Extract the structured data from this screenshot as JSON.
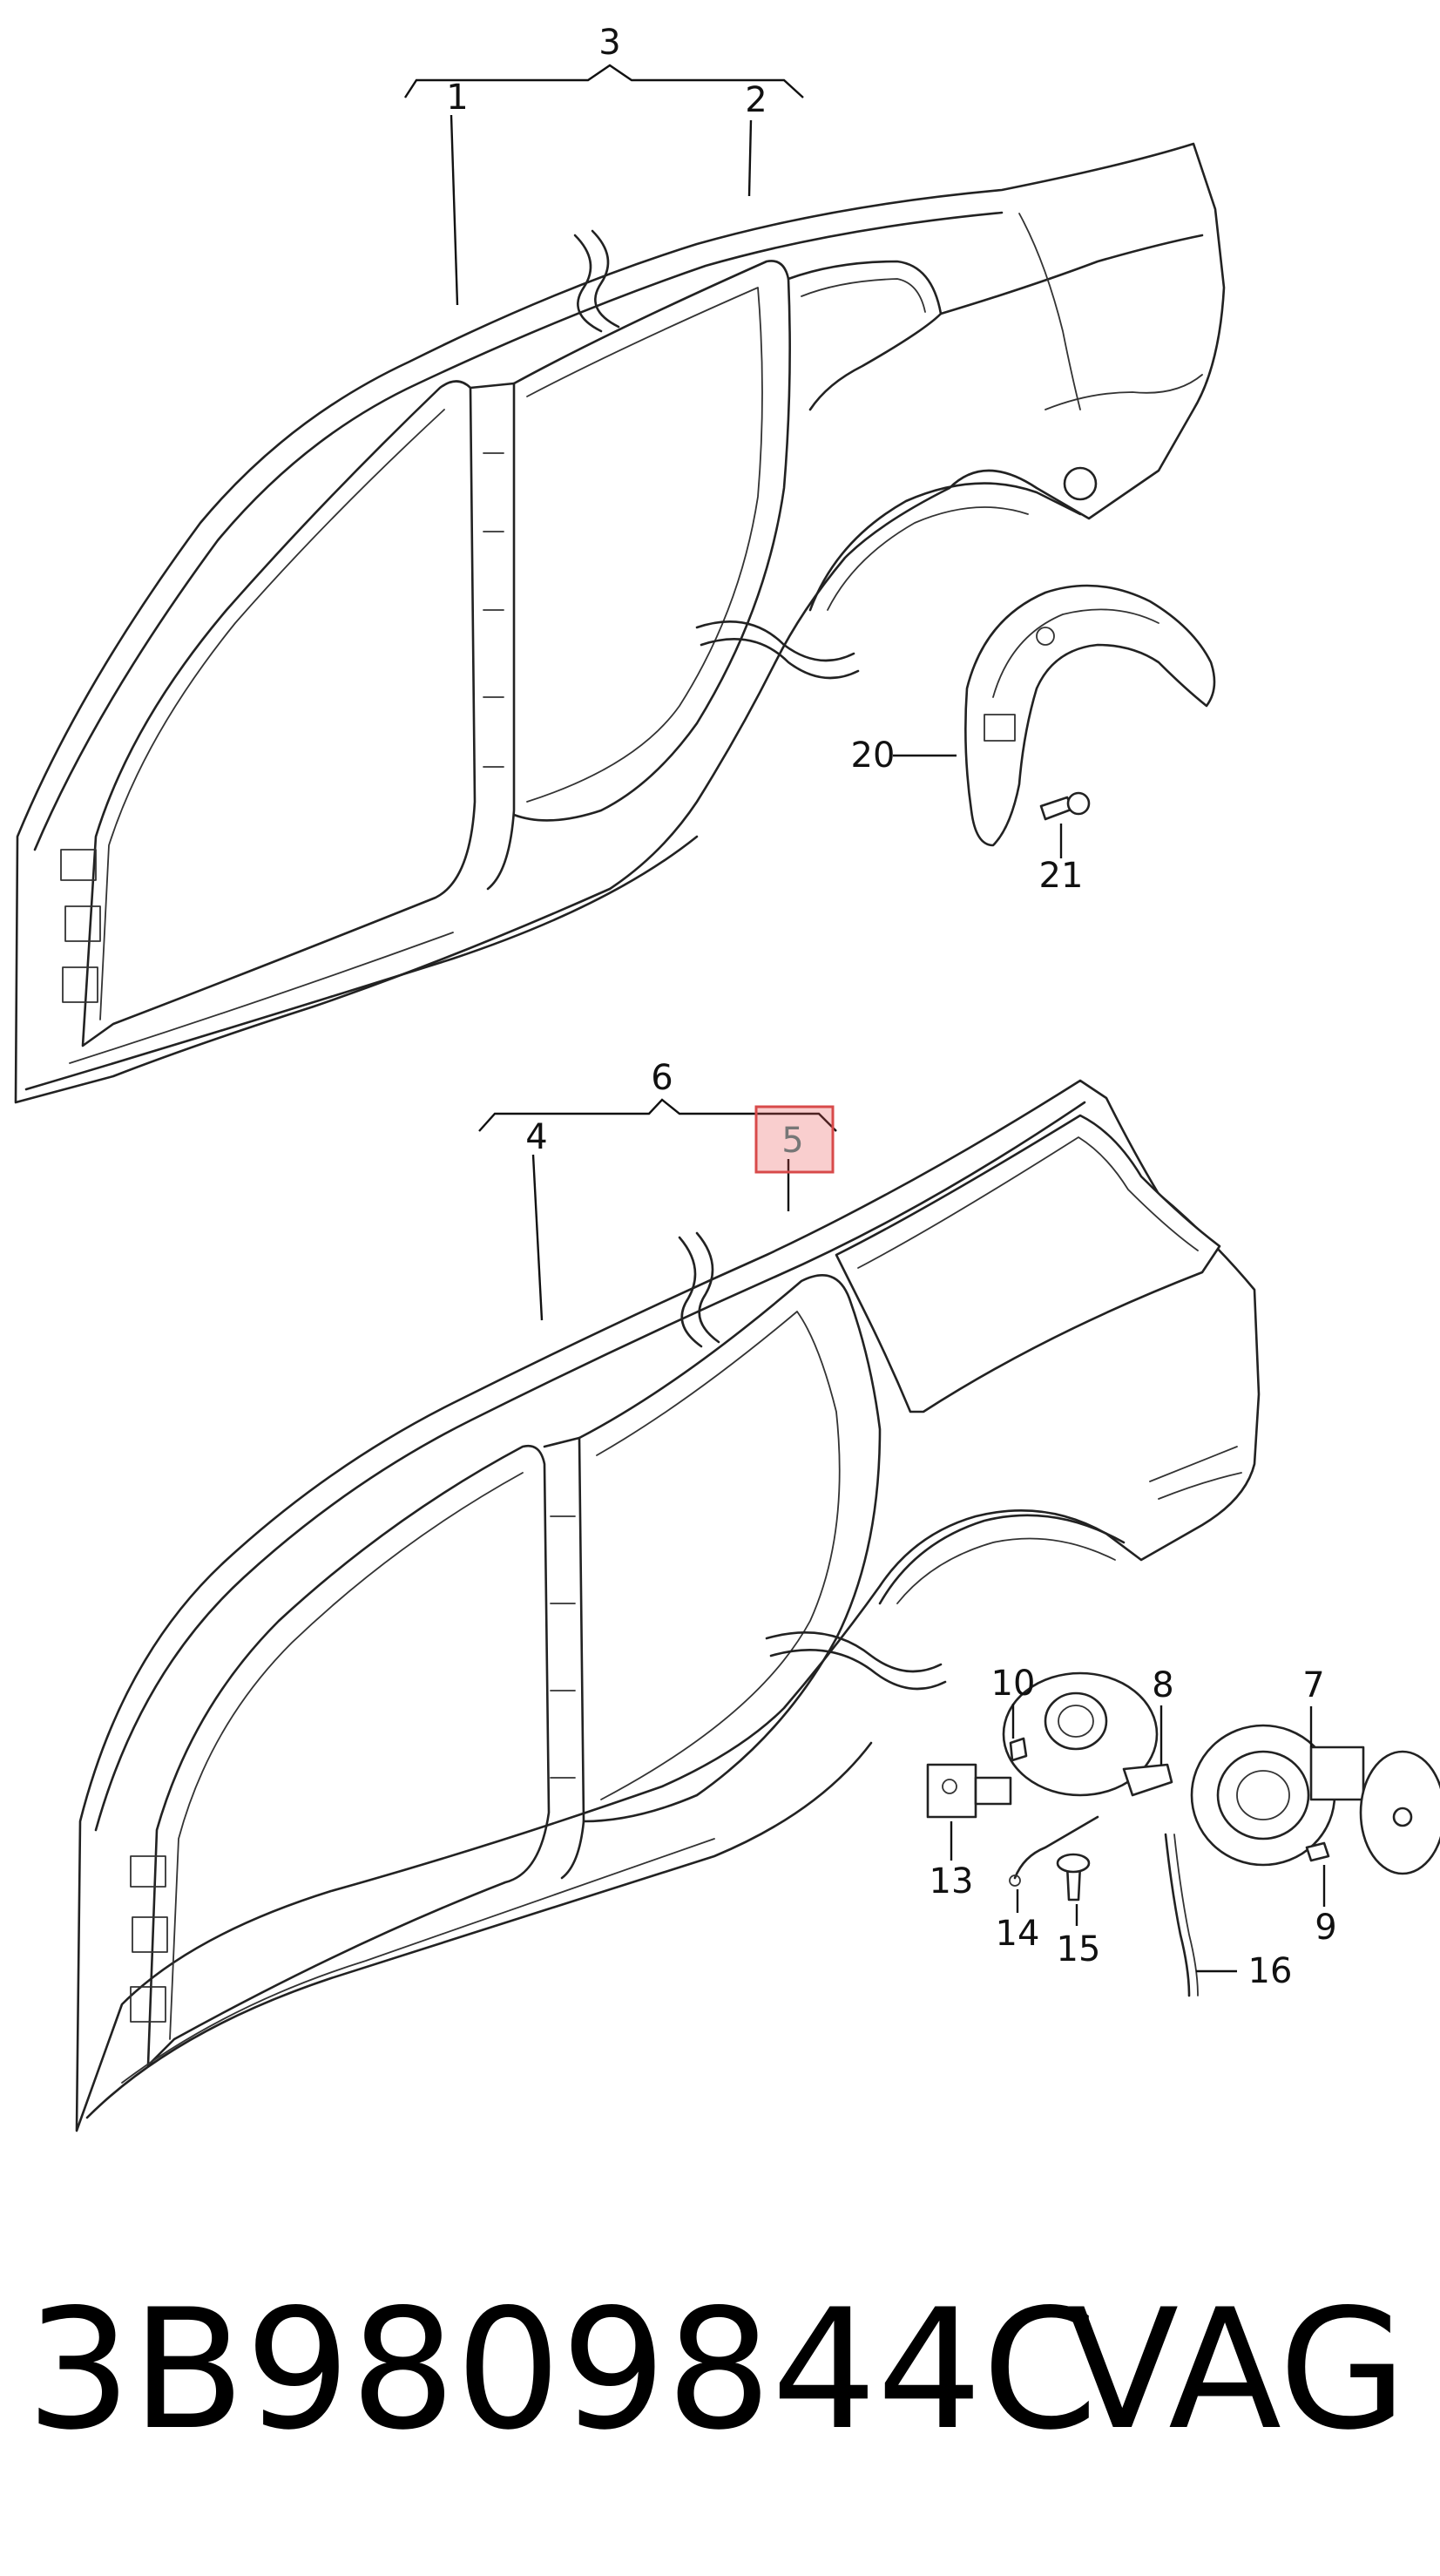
{
  "callouts": {
    "c1": "1",
    "c2": "2",
    "c3": "3",
    "c4": "4",
    "c5": "5",
    "c6": "6",
    "c7": "7",
    "c8": "8",
    "c9": "9",
    "c10": "10",
    "c13": "13",
    "c14": "14",
    "c15": "15",
    "c16": "16",
    "c20": "20",
    "c21": "21"
  },
  "highlighted_callout": "5",
  "highlight_color": "#d84a4a",
  "footer": {
    "part_number": "3B9809844C",
    "brand": "VAG"
  }
}
